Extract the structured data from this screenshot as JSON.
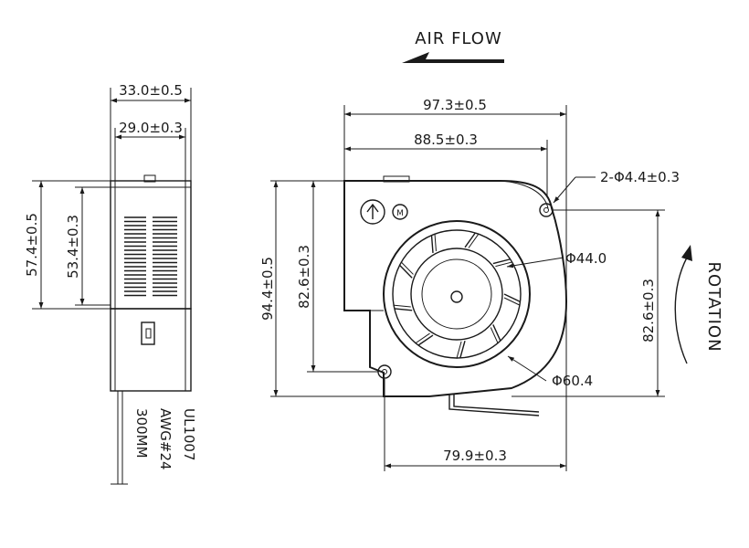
{
  "airflow": {
    "label": "AIR FLOW"
  },
  "rotation": {
    "label": "ROTATION"
  },
  "side_view": {
    "width_outer": "33.0±0.5",
    "width_inner": "29.0±0.3",
    "height_outer": "57.4±0.5",
    "height_inner": "53.4±0.3"
  },
  "wire": {
    "spec_1": "UL1007",
    "spec_2": "AWG#24",
    "spec_3": "300MM"
  },
  "front_view": {
    "width_overall": "97.3±0.5",
    "width_body": "88.5±0.3",
    "hole_spec": "2-Φ4.4±0.3",
    "height_overall": "94.4±0.5",
    "height_body": "82.6±0.3",
    "hole_spacing_vertical": "82.6±0.3",
    "hub_diameter": "Φ44.0",
    "impeller_diameter": "Φ60.4",
    "hole_spacing_horizontal": "79.9±0.3"
  }
}
